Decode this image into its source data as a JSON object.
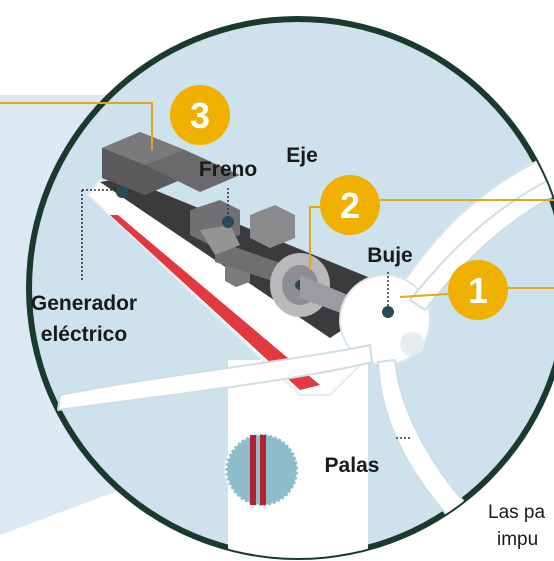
{
  "labels": {
    "generador_line1": "Generador",
    "generador_line2": "eléctrico",
    "freno": "Freno",
    "eje": "Eje",
    "buje": "Buje",
    "palas": "Palas"
  },
  "badges": [
    "1",
    "2",
    "3"
  ],
  "footer": {
    "line1": "Las pa",
    "line2": "impu"
  },
  "colors": {
    "accent_gold": "#f0b000",
    "sky": "#cde2ec",
    "panel": "#dde9f2",
    "nacelle_dark": "#3a3a3c",
    "stripe_red": "#e0393f",
    "leader_line": "#e3a51a"
  }
}
